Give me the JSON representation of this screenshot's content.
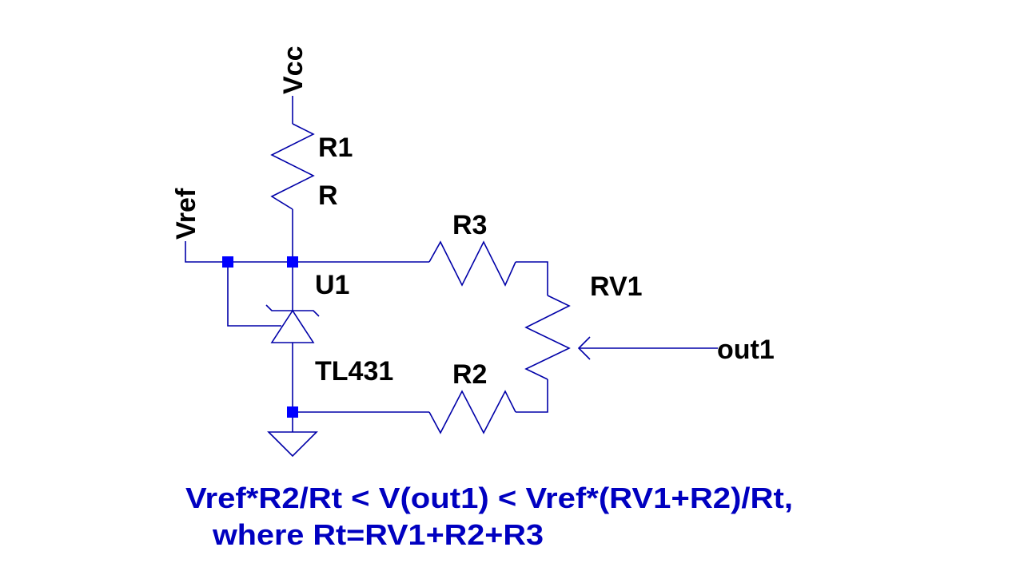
{
  "diagram": {
    "type": "circuit-schematic",
    "nets": {
      "vcc": "Vcc",
      "vref": "Vref",
      "out": "out1"
    },
    "components": {
      "r1": {
        "ref": "R1",
        "value": "R"
      },
      "u1": {
        "ref": "U1",
        "value": "TL431"
      },
      "r3": {
        "ref": "R3"
      },
      "r2": {
        "ref": "R2"
      },
      "rv1": {
        "ref": "RV1"
      }
    },
    "note": {
      "line1": "Vref*R2/Rt < V(out1) < Vref*(RV1+R2)/Rt,",
      "line2": "where Rt=RV1+R2+R3"
    },
    "colors": {
      "wire": "#0000a8",
      "junction": "#0000ff",
      "label": "#000000",
      "note": "#0000c0"
    }
  }
}
